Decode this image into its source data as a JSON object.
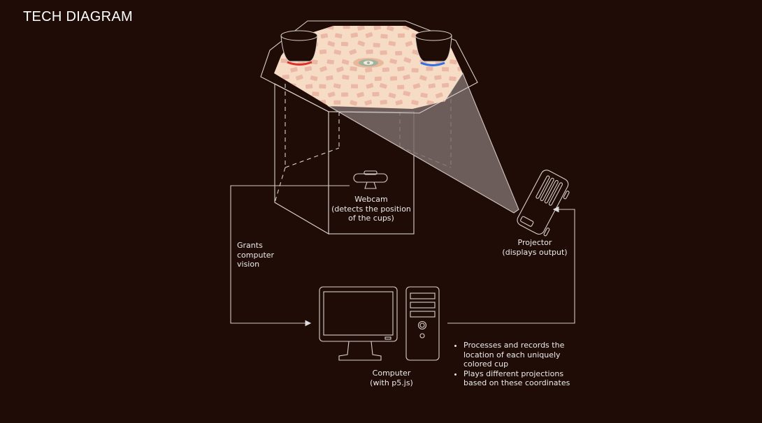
{
  "title": "TECH DIAGRAM",
  "webcam": {
    "name": "Webcam",
    "desc_line1": "(detects the position",
    "desc_line2": "of the cups)"
  },
  "projector": {
    "name": "Projector",
    "desc": "(displays output)"
  },
  "computer": {
    "name": "Computer",
    "desc": "(with p5.js)"
  },
  "vision_label": {
    "line1": "Grants",
    "line2": "computer",
    "line3": "vision"
  },
  "bullets": [
    "Processes and records the location of each uniquely colored cup",
    "Plays different projections based on these coordinates"
  ],
  "colors": {
    "background": "#1f0c07",
    "tabletop": "#f6dcc4",
    "tile": "#eab8a4",
    "cup_left_marker": "#e0302a",
    "cup_right_marker": "#2f6fe8",
    "beam": "#7a6c68"
  }
}
